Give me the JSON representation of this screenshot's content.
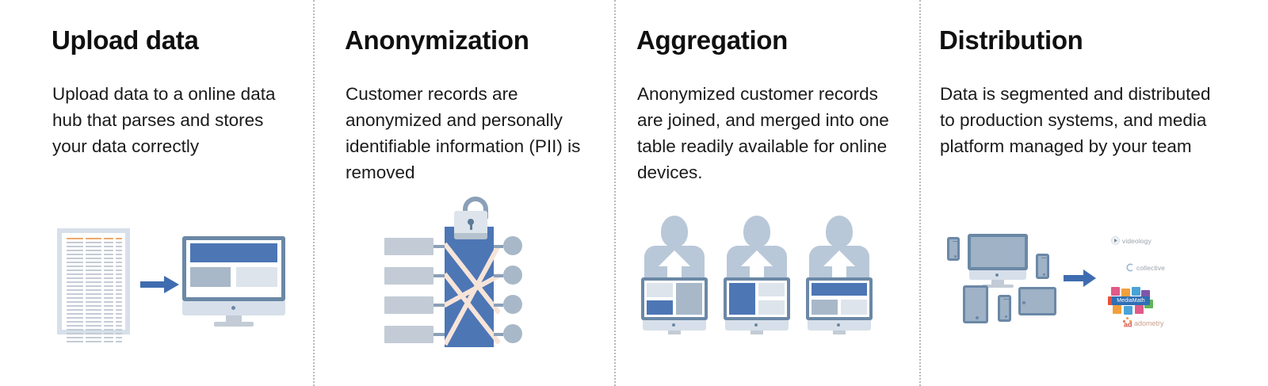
{
  "diagram": {
    "type": "process-flow",
    "steps": 4,
    "background_color": "#ffffff",
    "divider_style": "dotted-vertical",
    "divider_color": "#b9b9b9",
    "accent_blue": "#4d76b5",
    "muted_blue_gray": "#a8b8c9",
    "light_gray": "#dde4ec",
    "frame_blue": "#6b88a6",
    "header_orange": "#f0a868"
  },
  "panels": [
    {
      "id": "upload-data",
      "title": "Upload data",
      "body": "Upload data to a online data hub that parses and stores your data correctly",
      "icon": "document-to-monitor",
      "icon_parts": [
        "data-document",
        "right-arrow",
        "desktop-monitor"
      ]
    },
    {
      "id": "anonymization",
      "title": "Anonymization",
      "body": "Customer records are anonymized and personally identifiable information (PII) is removed",
      "icon": "padlock-crossing-records",
      "icon_parts": [
        "input-bars",
        "locked-box",
        "crossing-dotted-paths",
        "output-nodes",
        "padlock"
      ]
    },
    {
      "id": "aggregation",
      "title": "Aggregation",
      "body": "Anonymized customer records are joined, and merged into one table readily available for online devices.",
      "icon": "three-users-with-monitors",
      "icon_parts": [
        "person-silhouette",
        "up-arrow",
        "desktop-monitor"
      ]
    },
    {
      "id": "distribution",
      "title": "Distribution",
      "body": "Data is segmented and distributed to production systems, and media platform managed by your team",
      "icon": "devices-to-platforms",
      "icon_parts": [
        "device-cluster",
        "right-arrow",
        "platform-logos"
      ]
    }
  ],
  "logos": [
    {
      "name": "videology",
      "label": "videology",
      "color": "#9aa3ad"
    },
    {
      "name": "collective",
      "label": "collective",
      "color": "#9aa3ad"
    },
    {
      "name": "mediamath",
      "label": "MediaMath",
      "color": "#2f6fb5"
    },
    {
      "name": "adometry",
      "label": "adometry",
      "color": "#d94f3d"
    }
  ],
  "monitor_layouts": {
    "upload": [
      "banner-blue",
      "block-gray",
      "block-light"
    ],
    "user1": [
      "block-light",
      "block-gray-tall",
      "block-blue"
    ],
    "user2": [
      "block-blue-tall",
      "block-light",
      "block-light"
    ],
    "user3": [
      "banner-blue",
      "block-gray",
      "block-light"
    ]
  }
}
